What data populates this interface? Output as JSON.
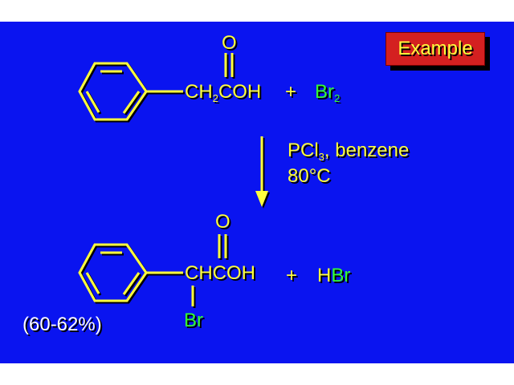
{
  "badge": {
    "label": "Example"
  },
  "reactant": {
    "carbonyl_o": "O",
    "ch": "CH",
    "ch_sub": "2",
    "coh": "COH",
    "plus": "+",
    "reagent_main": "Br",
    "reagent_sub": "2"
  },
  "conditions": {
    "pcl": "PCl",
    "pcl_sub": "3",
    "solvent": ", benzene",
    "temperature": "80°C"
  },
  "product": {
    "carbonyl_o": "O",
    "group": "CHCOH",
    "plus": "+",
    "byproduct_h": "H",
    "byproduct_br": "Br",
    "substituent": "Br",
    "yield": "(60-62%)"
  },
  "colors": {
    "slide_background": "#0a14f0",
    "text_yellow": "#ffff3c",
    "text_green": "#33ff33",
    "badge_red": "#d42020"
  }
}
